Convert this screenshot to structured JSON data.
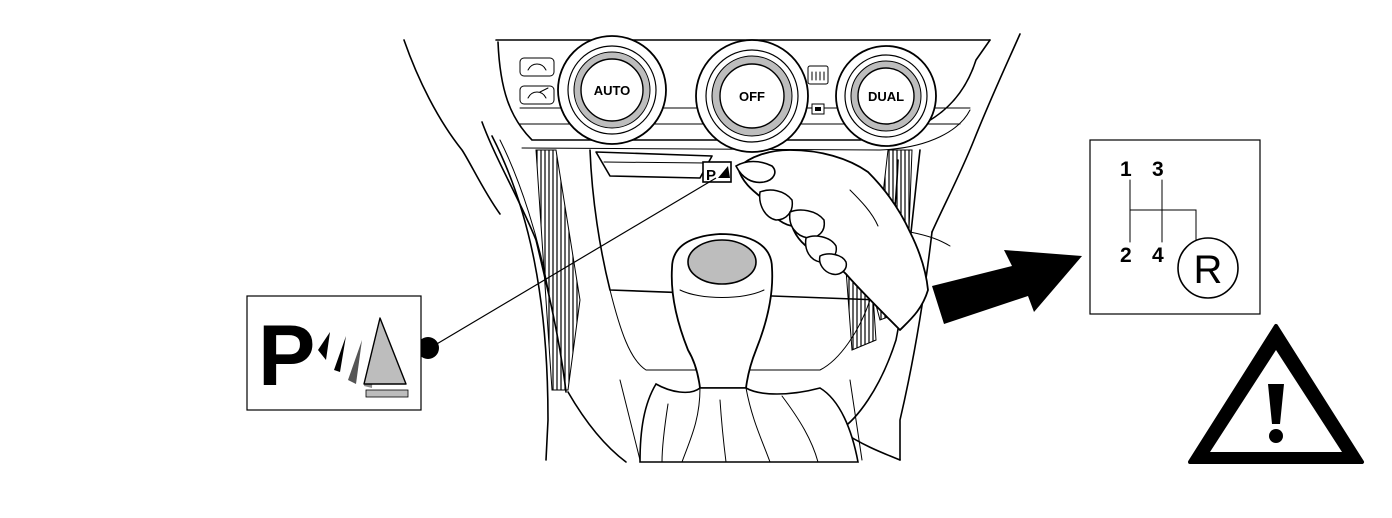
{
  "climate_panel": {
    "knob_left_label": "AUTO",
    "knob_center_label": "OFF",
    "knob_right_label": "DUAL"
  },
  "parking_sensor": {
    "callout_letter": "P",
    "button_letter": "P"
  },
  "gear_diagram": {
    "gear_1": "1",
    "gear_2": "2",
    "gear_3": "3",
    "gear_4": "4",
    "gear_reverse": "R"
  },
  "icons": {
    "warning": "warning-triangle-icon",
    "arrow": "arrow-right-icon",
    "parking_sensor": "parking-sensor-icon"
  },
  "colors": {
    "ink": "#000000",
    "grey_fill": "#bdbdbd",
    "background": "#ffffff"
  }
}
